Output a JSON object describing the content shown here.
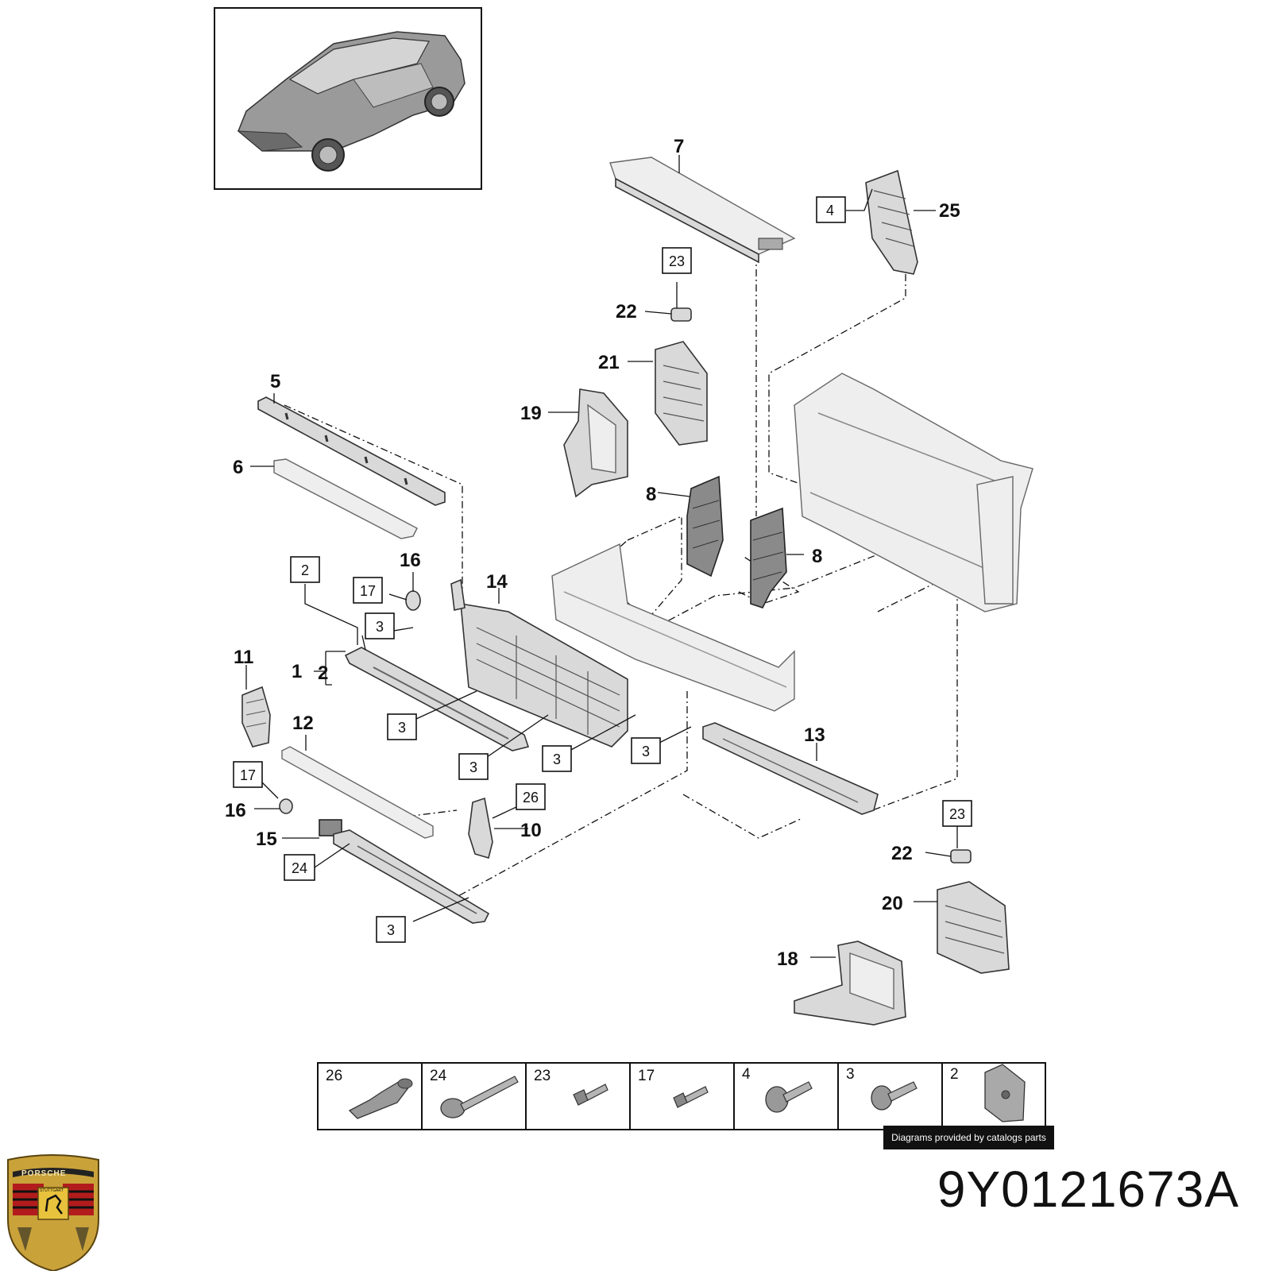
{
  "part_number": "9Y0121673A",
  "credit": "Diagrams provided by catalogs parts",
  "logo": {
    "icon": "porsche-crest-icon",
    "text_top": "PORSCHE",
    "text_inner": "STUTTGART"
  },
  "callouts": {
    "c1": "1",
    "c2": "2",
    "c5": "5",
    "c6": "6",
    "c7": "7",
    "c8a": "8",
    "c8b": "8",
    "c10": "10",
    "c11": "11",
    "c12": "12",
    "c13": "13",
    "c14": "14",
    "c15": "15",
    "c16a": "16",
    "c16b": "16",
    "c18": "18",
    "c19": "19",
    "c20": "20",
    "c21": "21",
    "c22a": "22",
    "c22b": "22",
    "c25": "25"
  },
  "boxed_callouts": {
    "b4": "4",
    "b23a": "23",
    "b23b": "23",
    "b2": "2",
    "b17a": "17",
    "b17b": "17",
    "b3a": "3",
    "b3b": "3",
    "b3c": "3",
    "b3d": "3",
    "b3e": "3",
    "b3f": "3",
    "b26": "26",
    "b24": "24"
  },
  "fastener_table": [
    {
      "label": "26",
      "icon": "connector-icon"
    },
    {
      "label": "24",
      "icon": "long-bolt-icon"
    },
    {
      "label": "23",
      "icon": "short-bolt-icon"
    },
    {
      "label": "17",
      "icon": "screw-icon"
    },
    {
      "label": "4",
      "icon": "washer-bolt-icon"
    },
    {
      "label": "3",
      "icon": "flange-bolt-icon"
    },
    {
      "label": "2",
      "icon": "speed-nut-icon"
    }
  ]
}
